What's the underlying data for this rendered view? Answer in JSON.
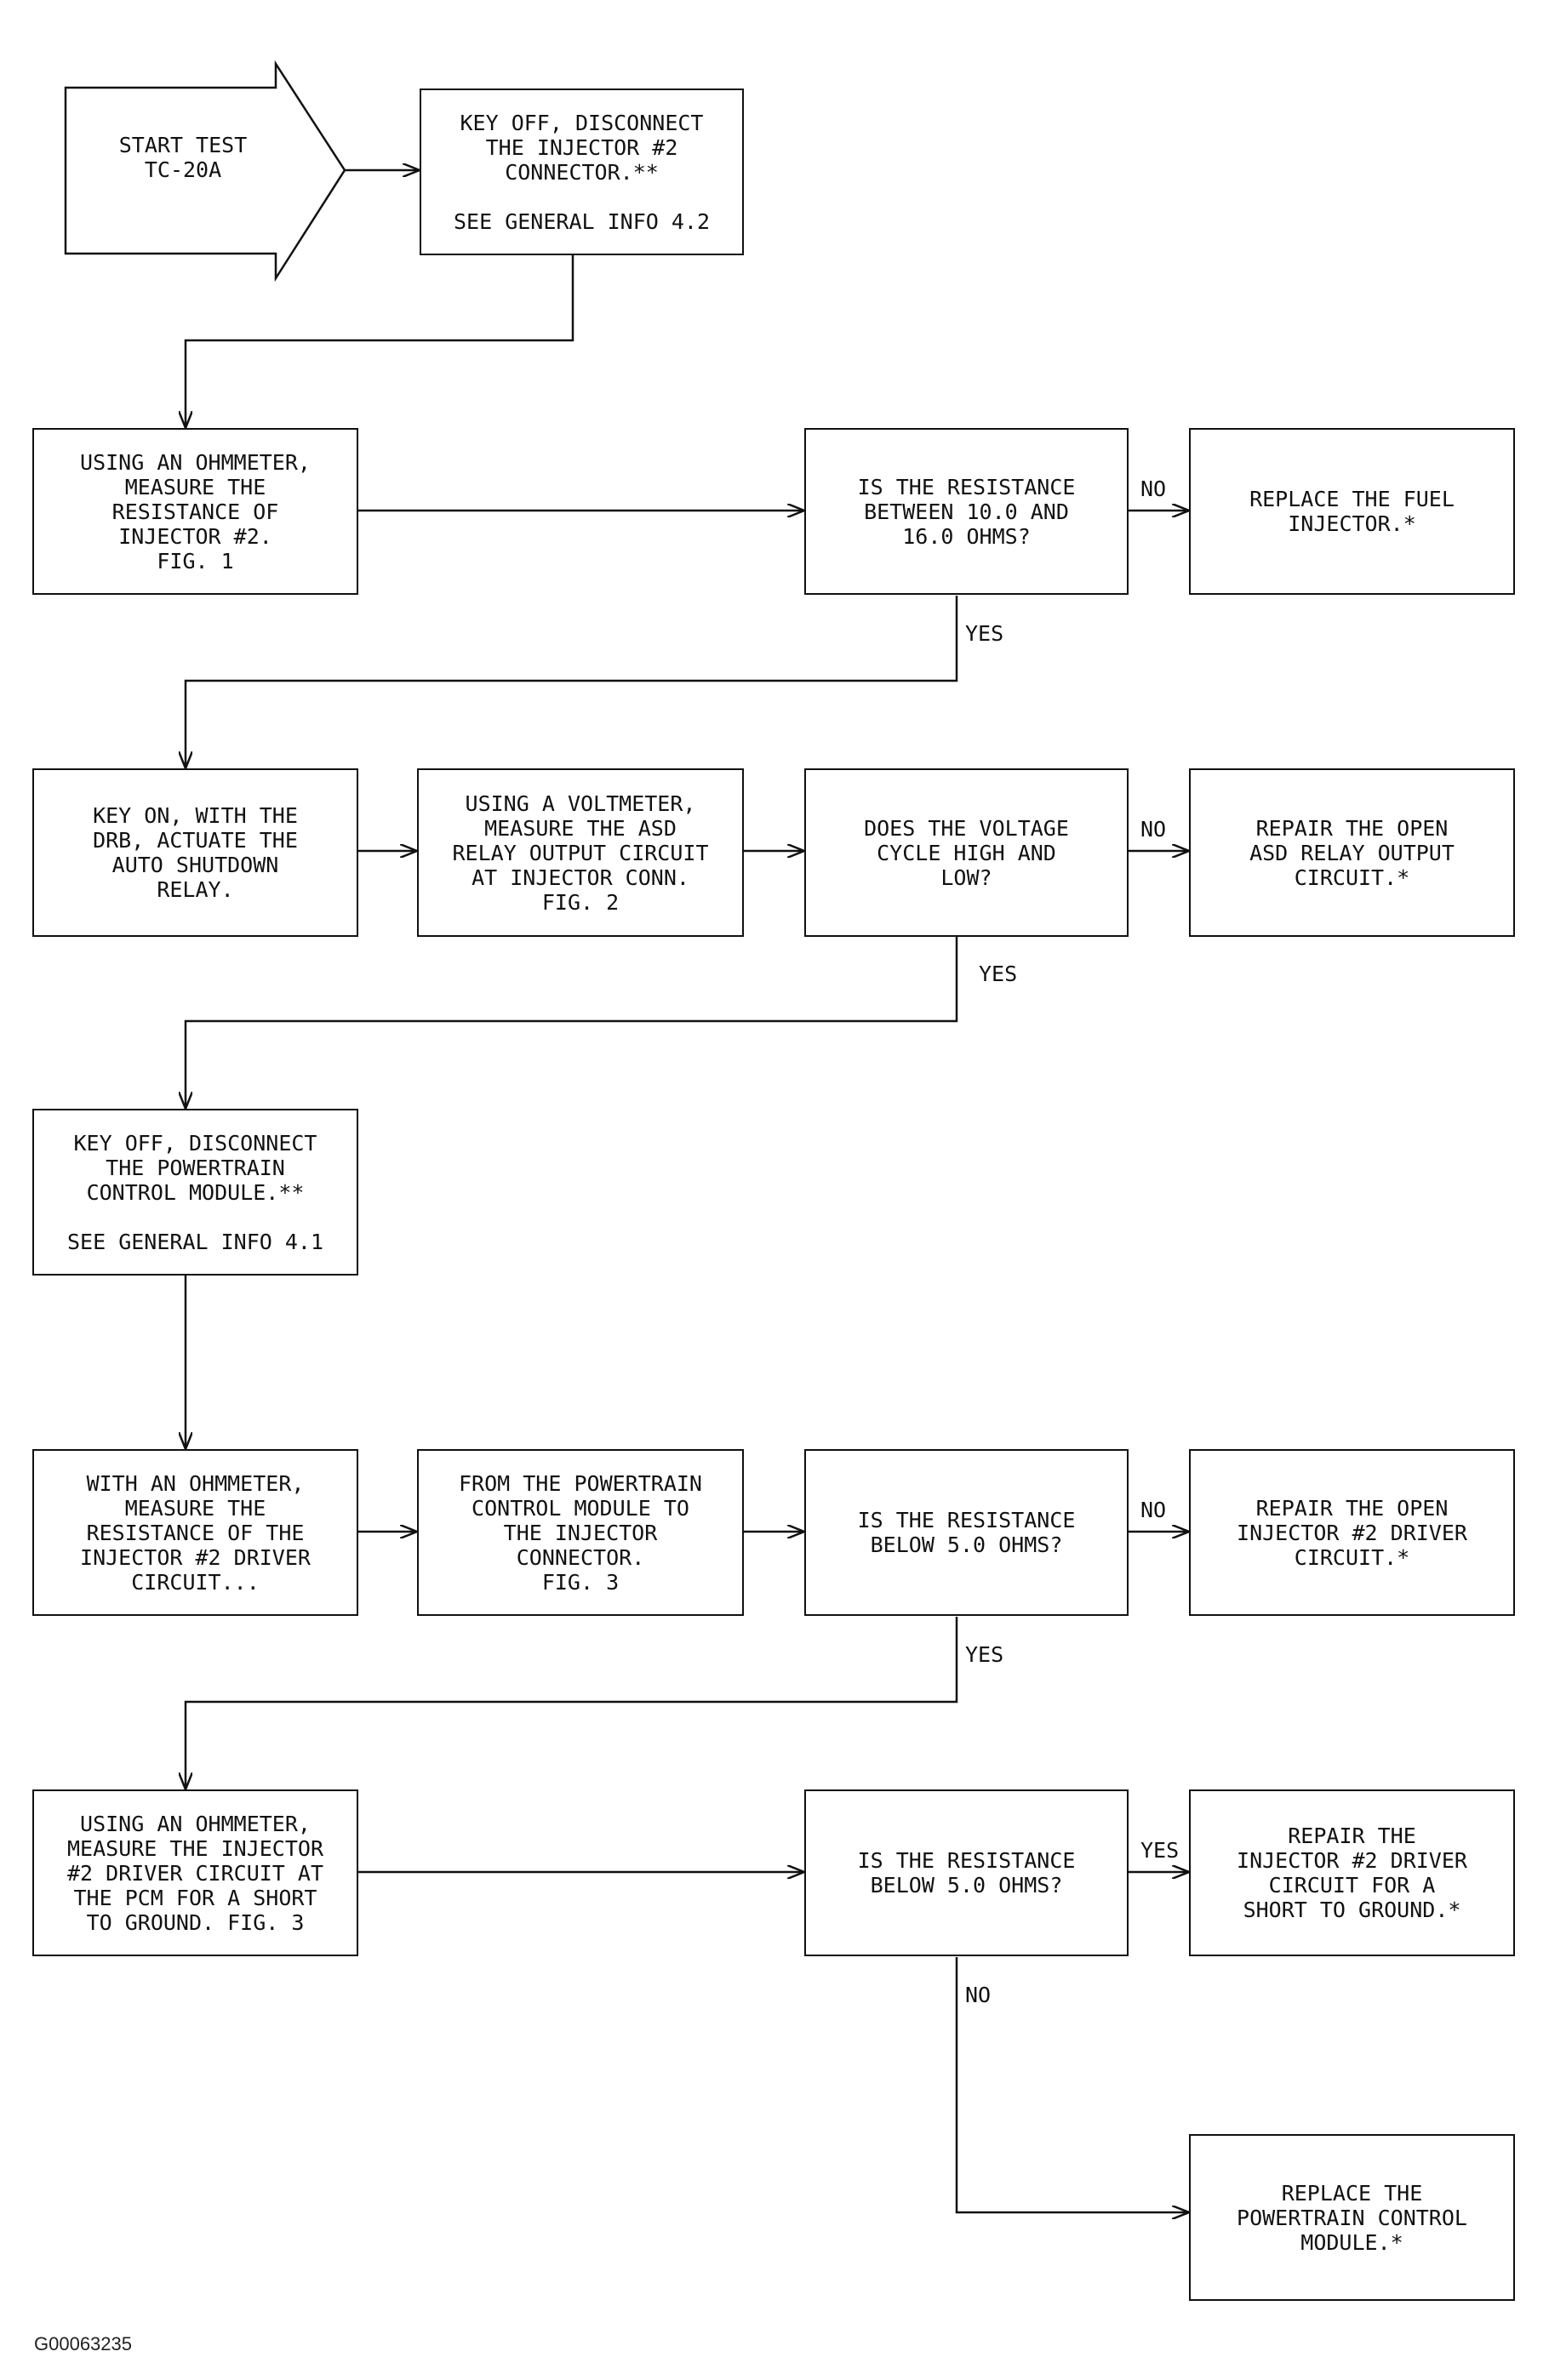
{
  "start": {
    "text": "START TEST\nTC-20A"
  },
  "steps": {
    "key_off_injector": {
      "text": "KEY OFF, DISCONNECT\nTHE INJECTOR #2\nCONNECTOR.**\n\nSEE GENERAL INFO 4.2"
    },
    "measure_injector": {
      "text": "USING AN OHMMETER,\nMEASURE THE\nRESISTANCE OF\nINJECTOR #2.\nFIG. 1"
    },
    "q_resistance_10_16": {
      "text": "IS THE RESISTANCE\nBETWEEN 10.0 AND\n16.0 OHMS?"
    },
    "replace_injector": {
      "text": "REPLACE THE FUEL\nINJECTOR.*"
    },
    "key_on_drb": {
      "text": "KEY ON, WITH THE\nDRB, ACTUATE THE\nAUTO SHUTDOWN\nRELAY."
    },
    "voltmeter_asd": {
      "text": "USING A VOLTMETER,\nMEASURE THE ASD\nRELAY OUTPUT CIRCUIT\nAT INJECTOR CONN.\nFIG. 2"
    },
    "q_voltage_cycle": {
      "text": "DOES THE VOLTAGE\nCYCLE HIGH AND\nLOW?"
    },
    "repair_asd": {
      "text": "REPAIR THE OPEN\nASD RELAY OUTPUT\nCIRCUIT.*"
    },
    "key_off_pcm": {
      "text": "KEY OFF, DISCONNECT\nTHE POWERTRAIN\nCONTROL MODULE.**\n\nSEE GENERAL INFO 4.1"
    },
    "ohmmeter_driver": {
      "text": "WITH AN OHMMETER,\nMEASURE THE\nRESISTANCE OF THE\nINJECTOR #2 DRIVER\nCIRCUIT..."
    },
    "from_pcm": {
      "text": "FROM THE POWERTRAIN\nCONTROL MODULE TO\nTHE INJECTOR\nCONNECTOR.\nFIG. 3"
    },
    "q_resistance_below_5a": {
      "text": "IS THE RESISTANCE\nBELOW 5.0 OHMS?"
    },
    "repair_driver_open": {
      "text": "REPAIR THE OPEN\nINJECTOR #2 DRIVER\nCIRCUIT.*"
    },
    "short_to_ground": {
      "text": "USING AN OHMMETER,\nMEASURE THE INJECTOR\n#2 DRIVER CIRCUIT AT\nTHE PCM FOR A SHORT\nTO GROUND. FIG. 3"
    },
    "q_resistance_below_5b": {
      "text": "IS THE RESISTANCE\nBELOW 5.0 OHMS?"
    },
    "repair_driver_short": {
      "text": "REPAIR THE\nINJECTOR #2 DRIVER\nCIRCUIT FOR A\nSHORT TO GROUND.*"
    },
    "replace_pcm": {
      "text": "REPLACE THE\nPOWERTRAIN CONTROL\nMODULE.*"
    }
  },
  "labels": {
    "no_1": "NO",
    "yes_1": "YES",
    "no_2": "NO",
    "yes_2": "YES",
    "no_3": "NO",
    "yes_3": "YES",
    "yes_4": "YES",
    "no_4": "NO"
  },
  "figure_id": "G00063235"
}
